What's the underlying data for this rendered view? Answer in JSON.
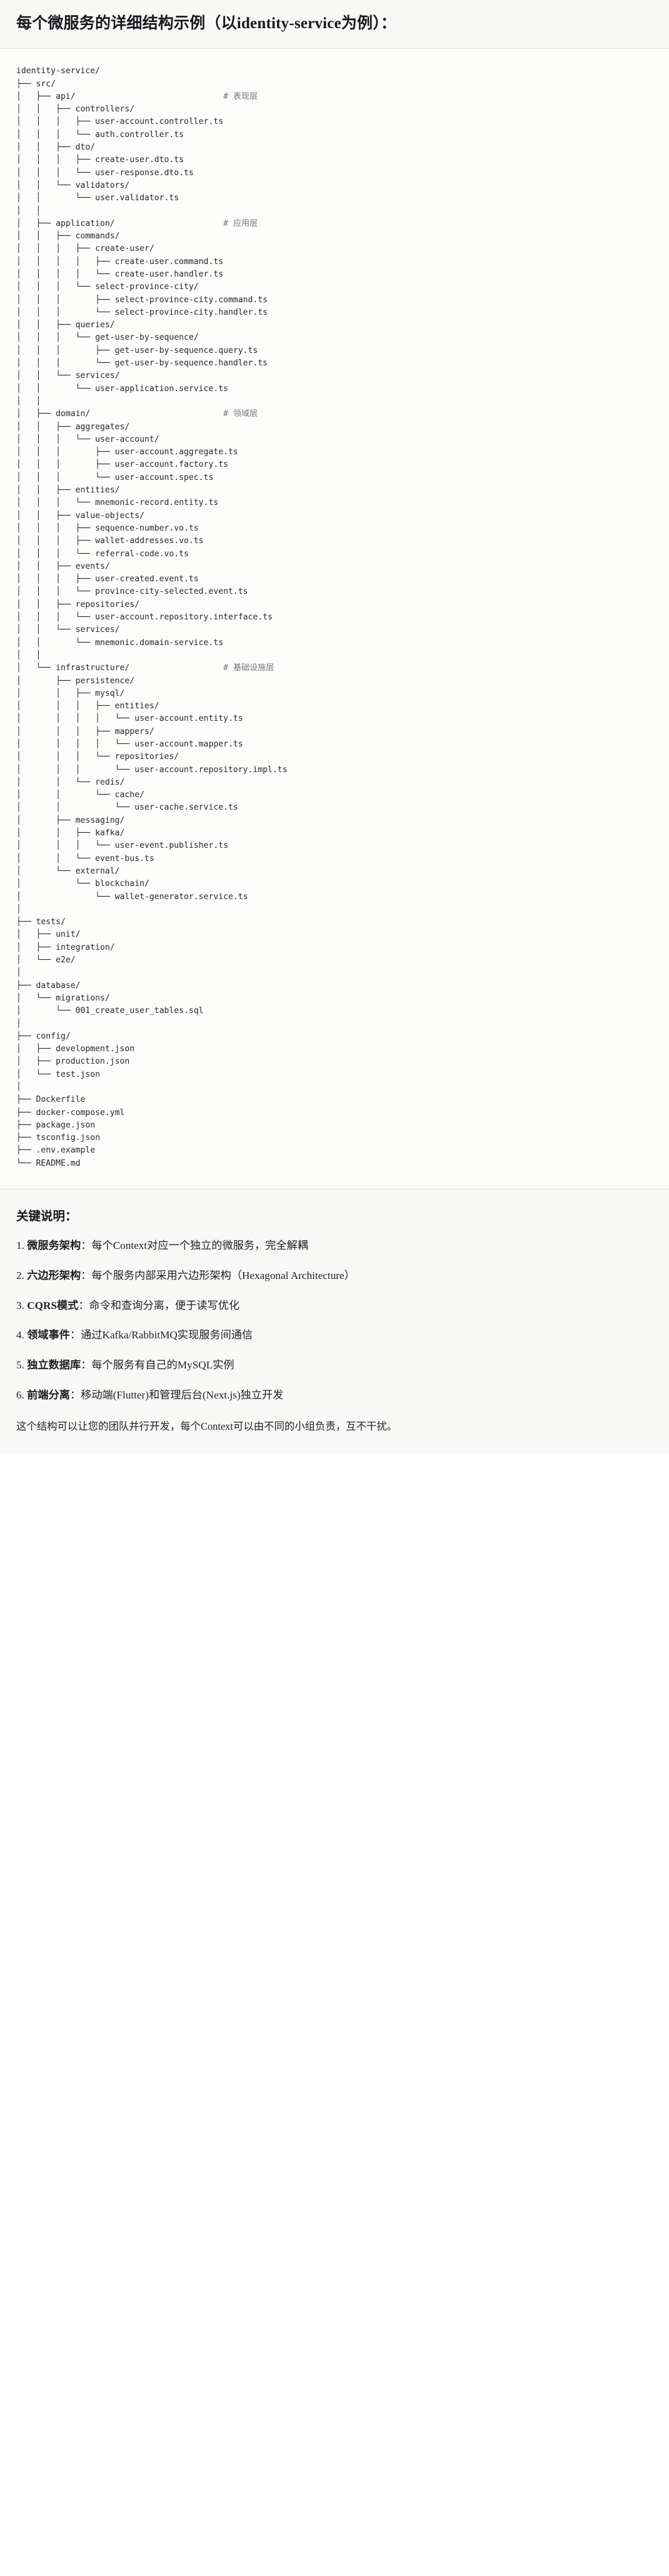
{
  "header": {
    "title": "每个微服务的详细结构示例（以identity-service为例）："
  },
  "tree": {
    "root": "identity-service/",
    "comments": {
      "api": "# 表现层",
      "application": "# 应用层",
      "domain": "# 领域层",
      "infrastructure": "# 基础设施层"
    },
    "text": "identity-service/\n├── src/\n│   ├── api/                              # 表现层\n│   │   ├── controllers/\n│   │   │   ├── user-account.controller.ts\n│   │   │   └── auth.controller.ts\n│   │   ├── dto/\n│   │   │   ├── create-user.dto.ts\n│   │   │   └── user-response.dto.ts\n│   │   └── validators/\n│   │       └── user.validator.ts\n│   │\n│   ├── application/                      # 应用层\n│   │   ├── commands/\n│   │   │   ├── create-user/\n│   │   │   │   ├── create-user.command.ts\n│   │   │   │   └── create-user.handler.ts\n│   │   │   └── select-province-city/\n│   │   │       ├── select-province-city.command.ts\n│   │   │       └── select-province-city.handler.ts\n│   │   ├── queries/\n│   │   │   └── get-user-by-sequence/\n│   │   │       ├── get-user-by-sequence.query.ts\n│   │   │       └── get-user-by-sequence.handler.ts\n│   │   └── services/\n│   │       └── user-application.service.ts\n│   │\n│   ├── domain/                           # 领域层\n│   │   ├── aggregates/\n│   │   │   └── user-account/\n│   │   │       ├── user-account.aggregate.ts\n│   │   │       ├── user-account.factory.ts\n│   │   │       └── user-account.spec.ts\n│   │   ├── entities/\n│   │   │   └── mnemonic-record.entity.ts\n│   │   ├── value-objects/\n│   │   │   ├── sequence-number.vo.ts\n│   │   │   ├── wallet-addresses.vo.ts\n│   │   │   └── referral-code.vo.ts\n│   │   ├── events/\n│   │   │   ├── user-created.event.ts\n│   │   │   └── province-city-selected.event.ts\n│   │   ├── repositories/\n│   │   │   └── user-account.repository.interface.ts\n│   │   └── services/\n│   │       └── mnemonic.domain-service.ts\n│   │\n│   └── infrastructure/                   # 基础设施层\n│       ├── persistence/\n│       │   ├── mysql/\n│       │   │   ├── entities/\n│       │   │   │   └── user-account.entity.ts\n│       │   │   ├── mappers/\n│       │   │   │   └── user-account.mapper.ts\n│       │   │   └── repositories/\n│       │   │       └── user-account.repository.impl.ts\n│       │   └── redis/\n│       │       └── cache/\n│       │           └── user-cache.service.ts\n│       ├── messaging/\n│       │   ├── kafka/\n│       │   │   └── user-event.publisher.ts\n│       │   └── event-bus.ts\n│       └── external/\n│           └── blockchain/\n│               └── wallet-generator.service.ts\n│\n├── tests/\n│   ├── unit/\n│   ├── integration/\n│   └── e2e/\n│\n├── database/\n│   └── migrations/\n│       └── 001_create_user_tables.sql\n│\n├── config/\n│   ├── development.json\n│   ├── production.json\n│   └── test.json\n│\n├── Dockerfile\n├── docker-compose.yml\n├── package.json\n├── tsconfig.json\n├── .env.example\n└── README.md"
  },
  "notes": {
    "heading": "关键说明：",
    "items": [
      {
        "term": "微服务架构",
        "sep": "：",
        "desc": "每个Context对应一个独立的微服务，完全解耦"
      },
      {
        "term": "六边形架构",
        "sep": "：",
        "desc": "每个服务内部采用六边形架构（Hexagonal Architecture）"
      },
      {
        "term": "CQRS模式",
        "sep": "：",
        "desc": "命令和查询分离，便于读写优化"
      },
      {
        "term": "领域事件",
        "sep": "：",
        "desc": "通过Kafka/RabbitMQ实现服务间通信"
      },
      {
        "term": "独立数据库",
        "sep": "：",
        "desc": "每个服务有自己的MySQL实例"
      },
      {
        "term": "前端分离",
        "sep": "：",
        "desc": "移动端(Flutter)和管理后台(Next.js)独立开发"
      }
    ],
    "closing": "这个结构可以让您的团队并行开发，每个Context可以由不同的小组负责，互不干扰。"
  },
  "colors": {
    "header_bg": "#f8f8f6",
    "code_bg": "#fcfcfa",
    "text": "#1f2023",
    "comment": "#75777c",
    "divider": "#e3e3df"
  }
}
